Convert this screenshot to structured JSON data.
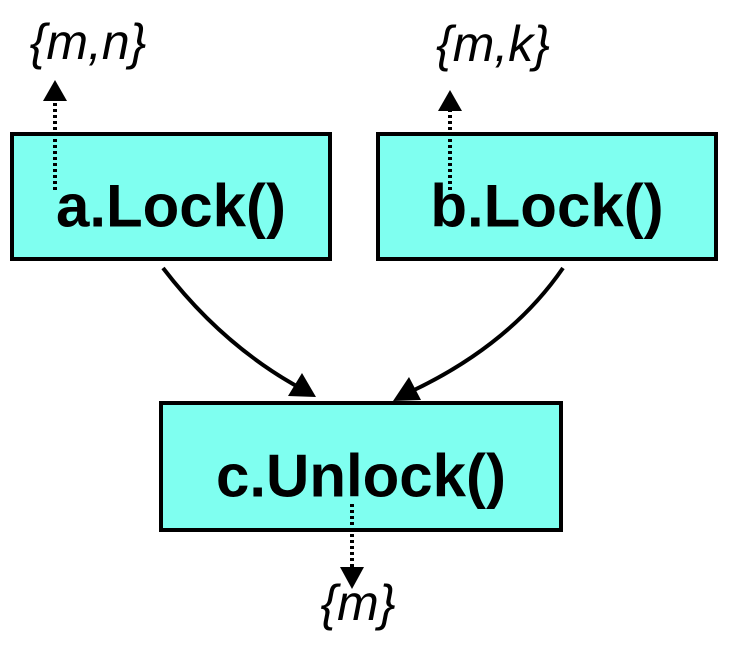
{
  "nodes": {
    "a": {
      "label": "a.Lock()",
      "set": "{m,n}"
    },
    "b": {
      "label": "b.Lock()",
      "set": "{m,k}"
    },
    "c": {
      "label": "c.Unlock()",
      "set": "{m}"
    }
  },
  "colors": {
    "box_fill": "#7ffff0",
    "stroke": "#000000",
    "background": "#ffffff"
  }
}
